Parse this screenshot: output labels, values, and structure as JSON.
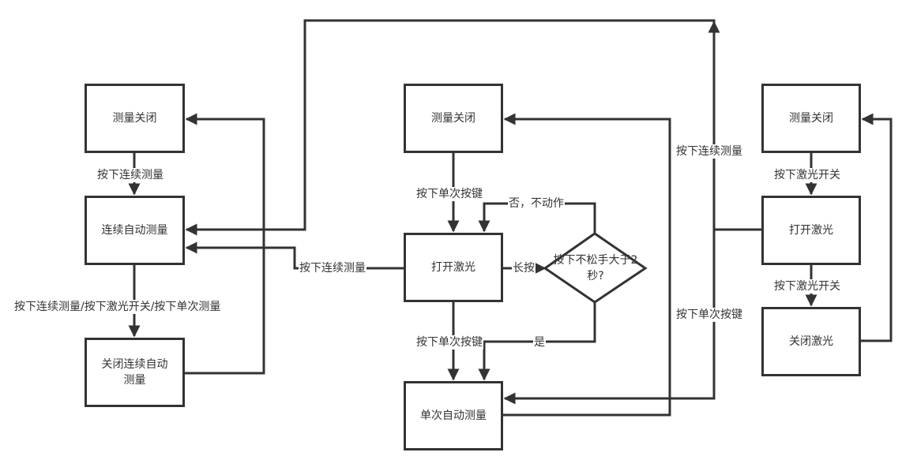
{
  "diagram": {
    "colors": {
      "stroke": "#333333",
      "background": "#ffffff",
      "text": "#333333"
    },
    "nodes": {
      "left_off": "测量关闭",
      "left_continuous": "连续自动测量",
      "left_close_continuous": "关闭连续自动测量",
      "mid_off": "测量关闭",
      "mid_laser_on": "打开激光",
      "mid_decision": "按下不松手大于2秒?",
      "mid_single": "单次自动测量",
      "right_off": "测量关闭",
      "right_laser_on": "打开激光",
      "right_laser_off": "关闭激光"
    },
    "edges": {
      "left_press_continuous": "按下连续测量",
      "left_press_any": "按下连续测量/按下激光开关/按下单次测量",
      "mid_press_single_1": "按下单次按键",
      "mid_press_single_2": "按下单次按键",
      "mid_to_continuous": "按下连续测量",
      "long_press": "长按",
      "decision_no": "否，不动作",
      "decision_yes": "是",
      "right_press_continuous": "按下连续测量",
      "right_press_single": "按下单次按键",
      "right_laser_switch_1": "按下激光开关",
      "right_laser_switch_2": "按下激光开关"
    }
  }
}
